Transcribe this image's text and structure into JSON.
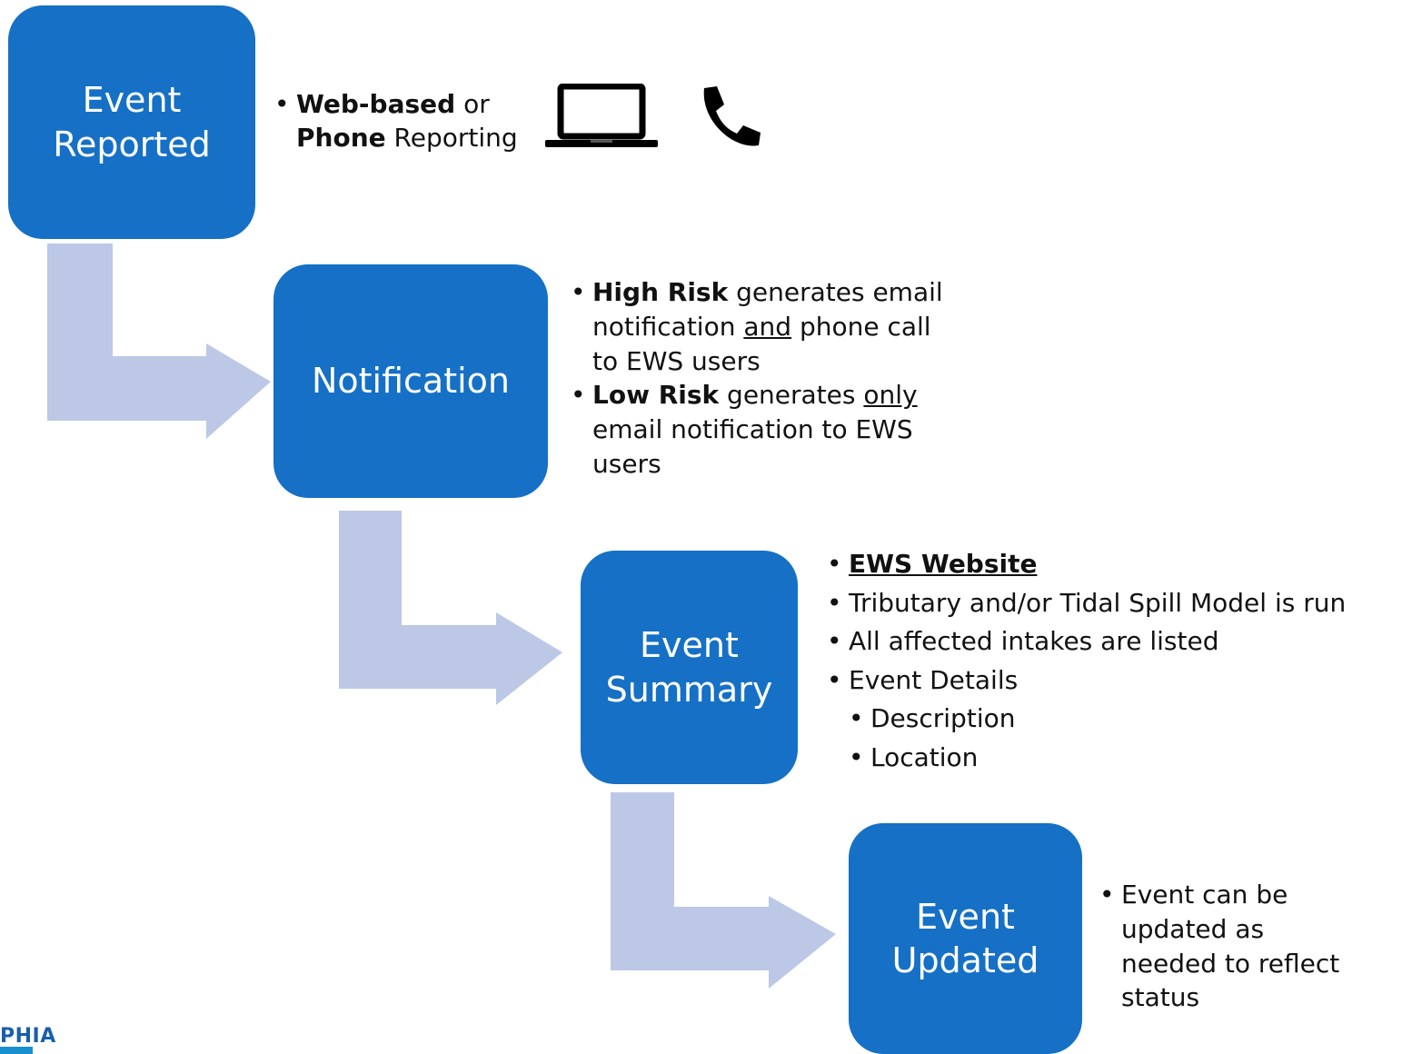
{
  "steps": [
    {
      "line1": "Event",
      "line2": "Reported"
    },
    {
      "line1": "Notification",
      "line2": ""
    },
    {
      "line1": "Event",
      "line2": "Summary"
    },
    {
      "line1": "Event",
      "line2": "Updated"
    }
  ],
  "reported": {
    "bold1": "Web-based",
    "text1": " or",
    "bold2": "Phone",
    "text2": " Reporting"
  },
  "notification": {
    "b1_bold": "High Risk",
    "b1_text1": " generates email",
    "b1_text2": "notification ",
    "b1_underline": "and",
    "b1_text3": " phone call",
    "b1_text4": "to EWS users",
    "b2_bold": "Low Risk",
    "b2_text1": " generates ",
    "b2_underline": "only",
    "b2_text2": "email notification to EWS",
    "b2_text3": "users"
  },
  "summary": {
    "link": "EWS Website",
    "item2": "Tributary and/or Tidal Spill Model is run",
    "item3": "All affected intakes are listed",
    "item4": "Event Details",
    "sub1": "Description",
    "sub2": "Location"
  },
  "updated": {
    "line1": "Event can be",
    "line2": "updated as",
    "line3": "needed to reflect",
    "line4": "status"
  },
  "icons": [
    "laptop-icon",
    "phone-icon"
  ],
  "logo": {
    "text": "PHIA"
  },
  "colors": {
    "box": "#1570c6",
    "arrow": "#bcc8e6",
    "text": "#111111"
  }
}
